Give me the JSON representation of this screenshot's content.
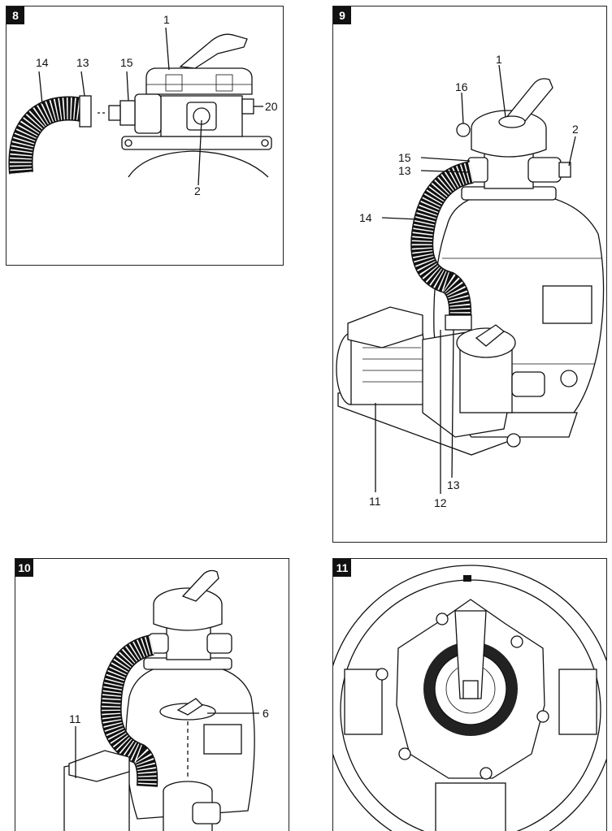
{
  "figures": [
    {
      "number": "8",
      "callouts": {
        "c1": "1",
        "c2": "2",
        "c13": "13",
        "c14": "14",
        "c15": "15",
        "c20": "20"
      }
    },
    {
      "number": "9",
      "callouts": {
        "c1": "1",
        "c2": "2",
        "c11": "11",
        "c12": "12",
        "c13a": "13",
        "c13b": "13",
        "c14": "14",
        "c15": "15",
        "c16": "16"
      }
    },
    {
      "number": "10",
      "callouts": {
        "c6": "6",
        "c11": "11"
      }
    },
    {
      "number": "11",
      "callouts": {}
    }
  ]
}
